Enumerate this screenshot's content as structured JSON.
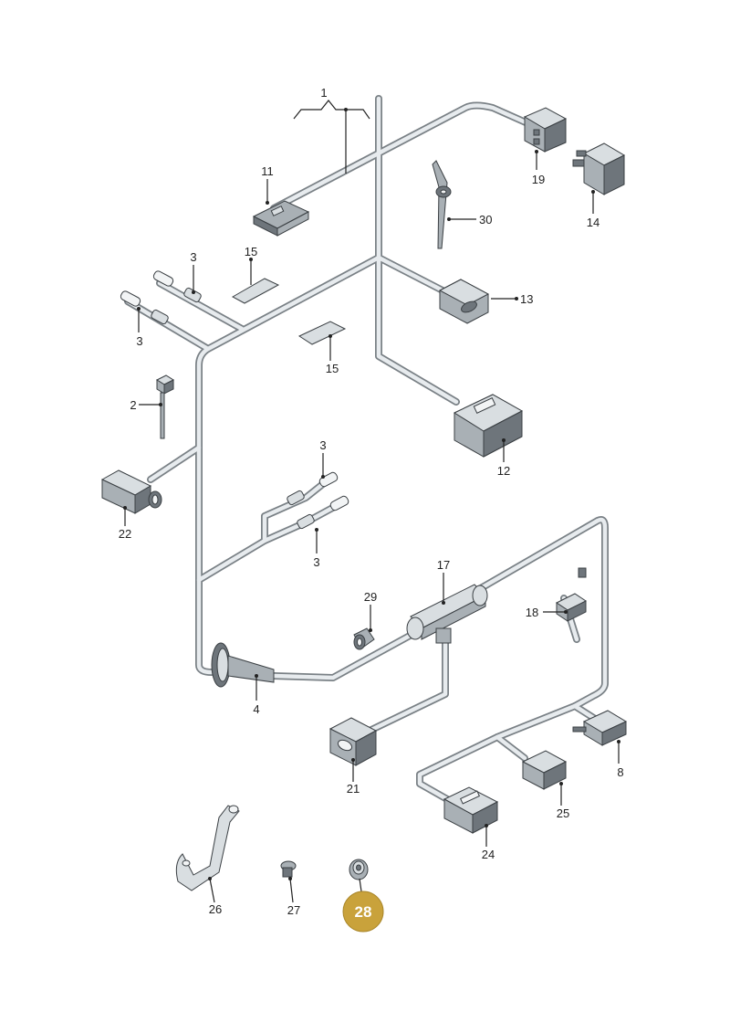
{
  "parts": {
    "p1": "1",
    "p2": "2",
    "p3a": "3",
    "p3b": "3",
    "p3c": "3",
    "p3d": "3",
    "p4": "4",
    "p8": "8",
    "p11": "11",
    "p12": "12",
    "p13": "13",
    "p14": "14",
    "p15a": "15",
    "p15b": "15",
    "p17": "17",
    "p18": "18",
    "p19": "19",
    "p21": "21",
    "p22": "22",
    "p24": "24",
    "p25": "25",
    "p26": "26",
    "p27": "27",
    "p29": "29",
    "p30": "30"
  },
  "highlight": {
    "label": "28",
    "color": "#c9a23b"
  }
}
